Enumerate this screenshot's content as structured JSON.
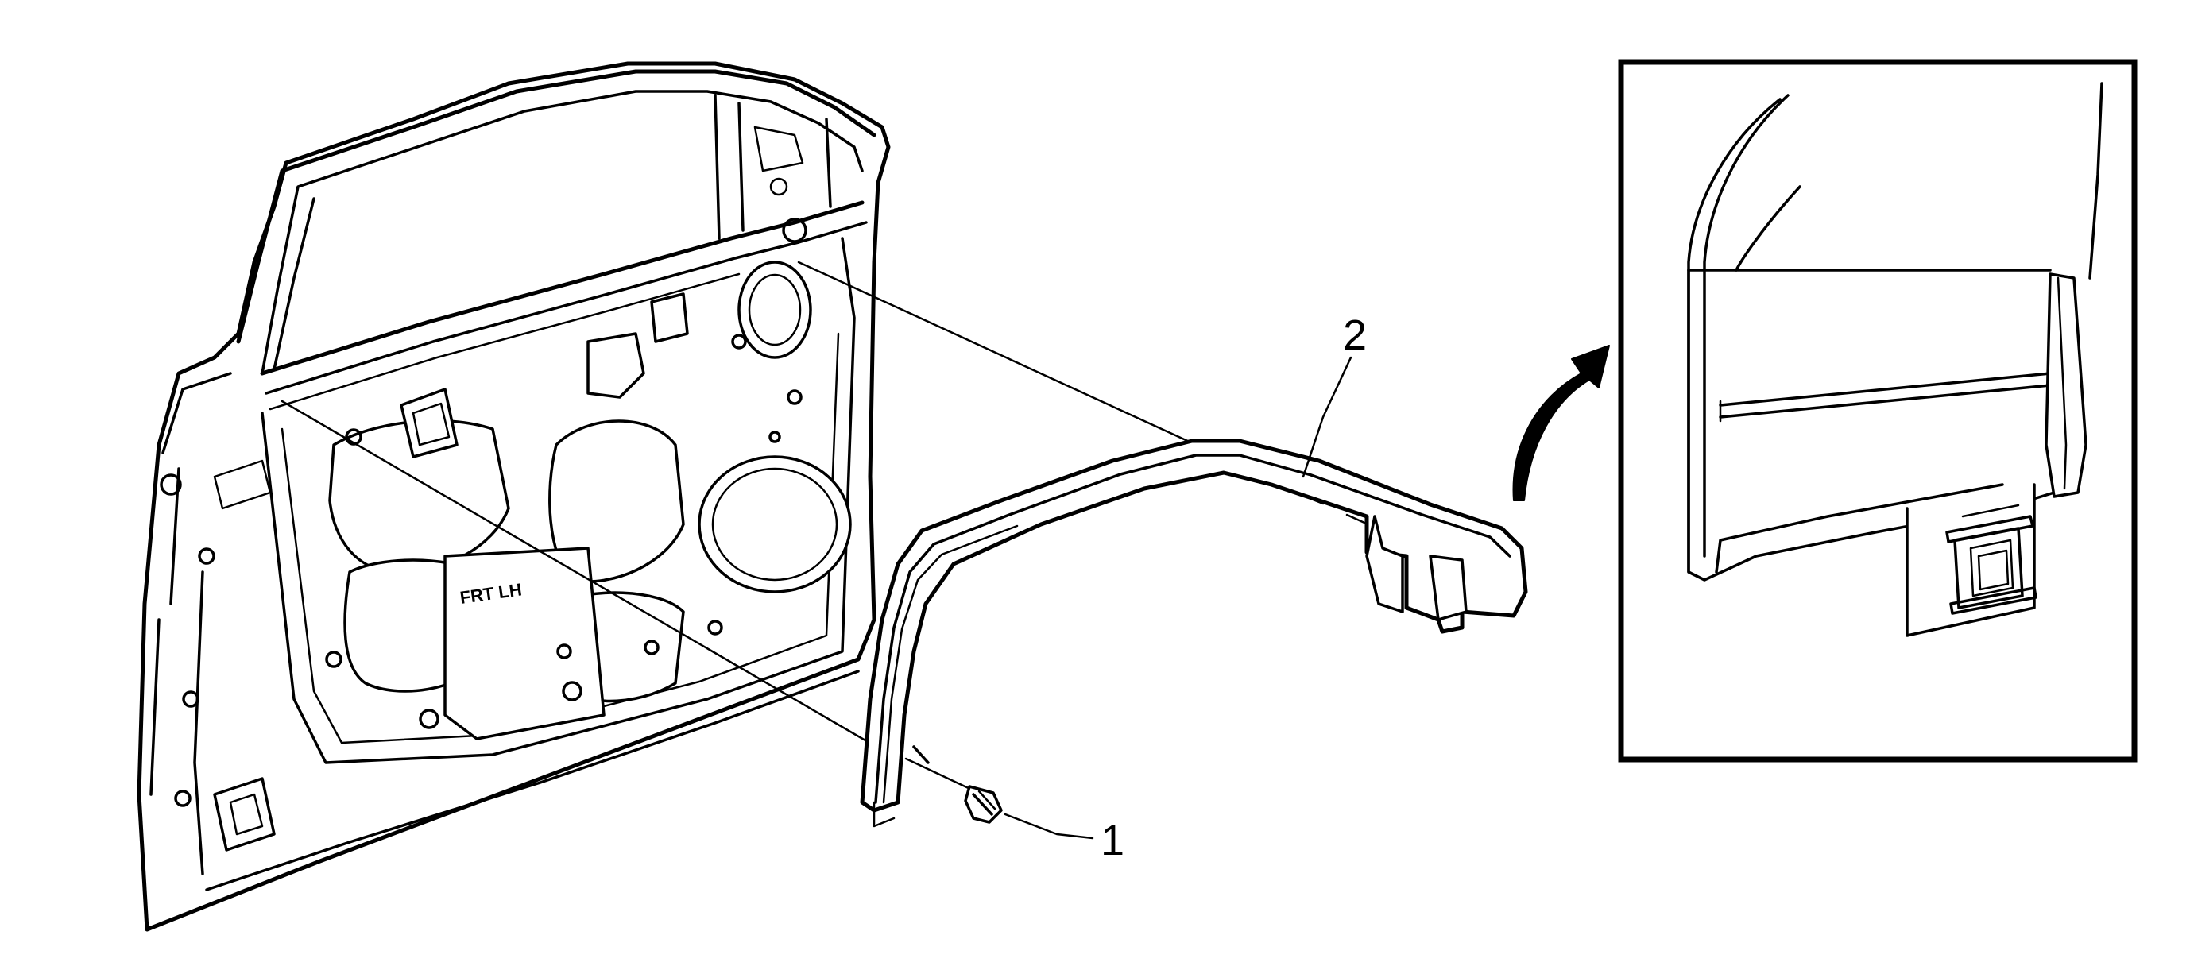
{
  "callouts": {
    "fastener": "1",
    "applique": "2"
  },
  "door_stencil": "FRT LH",
  "colors": {
    "line": "#000000",
    "background": "#ffffff",
    "inset_frame": "#000000"
  },
  "icons": {
    "detail_arrow": "curved-arrow-icon",
    "fastener": "screw-icon"
  }
}
